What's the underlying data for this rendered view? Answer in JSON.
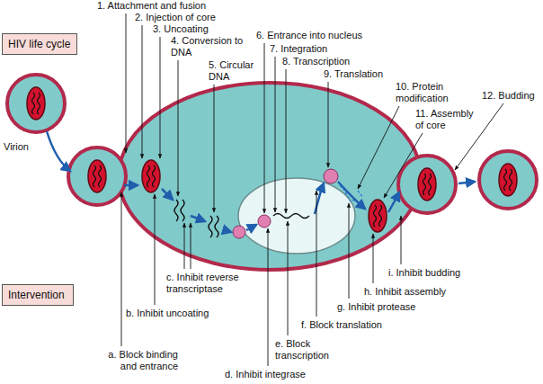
{
  "diagram": {
    "nodes": [
      {
        "text": [
          "HIV life cycle"
        ]
      },
      {
        "text": [
          "Intervention"
        ]
      }
    ],
    "labels": [
      "1. Attachment and fusion",
      "2. Injection of core",
      "3. Uncoating",
      "4. Conversion to DNA",
      "5. Circular DNA",
      "6. Entrance into nucleus",
      "7. Integration",
      "8. Transcription",
      "9. Translation",
      "10. Protein modification",
      "11. Assembly of core",
      "12. Budding",
      "Virion",
      "a. Block binding and entrance",
      "b. Inhibit uncoating",
      "c. Inhibit reverse transcriptase",
      "d. Inhibit integrase",
      "e. Block transcription",
      "f. Block translation",
      "g. Inhibit protease",
      "h. Inhibit assembly",
      "i. Inhibit budding"
    ]
  }
}
